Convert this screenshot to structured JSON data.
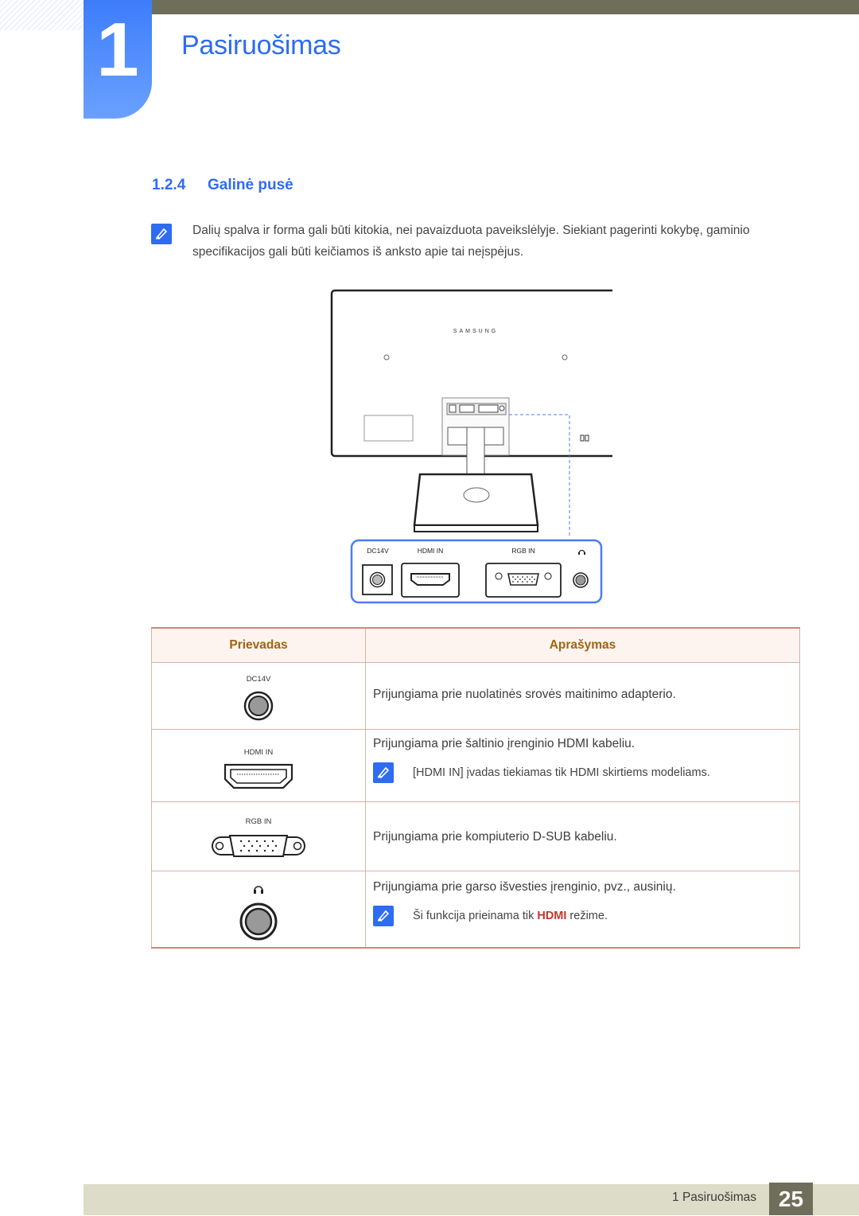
{
  "header": {
    "chapter_number": "1",
    "chapter_title": "Pasiruošimas"
  },
  "section": {
    "number": "1.2.4",
    "title": "Galinė pusė"
  },
  "note": {
    "text_line1": "Dalių spalva ir forma gali būti kitokia, nei pavaizduota paveikslėlyje. Siekiant pagerinti kokybę, gaminio",
    "text_line2": "specifikacijos gali būti keičiamos iš anksto apie tai neįspėjus."
  },
  "diagram": {
    "brand": "SAMSUNG",
    "port_labels": [
      "DC14V",
      "HDMI IN",
      "RGB IN"
    ]
  },
  "table": {
    "headers": [
      "Prievadas",
      "Aprašymas"
    ],
    "rows": [
      {
        "port_label": "DC14V",
        "icon": "dc-power-jack-icon",
        "description": "Prijungiama prie nuolatinės srovės maitinimo adapterio."
      },
      {
        "port_label": "HDMI IN",
        "icon": "hdmi-port-icon",
        "description": "Prijungiama prie šaltinio įrenginio HDMI kabeliu.",
        "note": "[HDMI IN] įvadas tiekiamas tik HDMI skirtiems modeliams."
      },
      {
        "port_label": "RGB IN",
        "icon": "vga-port-icon",
        "description": "Prijungiama prie kompiuterio D-SUB kabeliu."
      },
      {
        "port_label": "",
        "icon": "headphone-jack-icon",
        "description": "Prijungiama prie garso išvesties įrenginio, pvz., ausinių.",
        "note_prefix": "Ši funkcija prieinama tik ",
        "note_highlight": "HDMI",
        "note_suffix": " režime."
      }
    ]
  },
  "footer": {
    "chapter_ref": "1 Pasiruošimas",
    "page_number": "25"
  },
  "colors": {
    "accent_blue": "#2e6cf0",
    "header_olive": "#6e6e5b",
    "table_header_text": "#a0640d",
    "highlight_red": "#c0392b"
  }
}
